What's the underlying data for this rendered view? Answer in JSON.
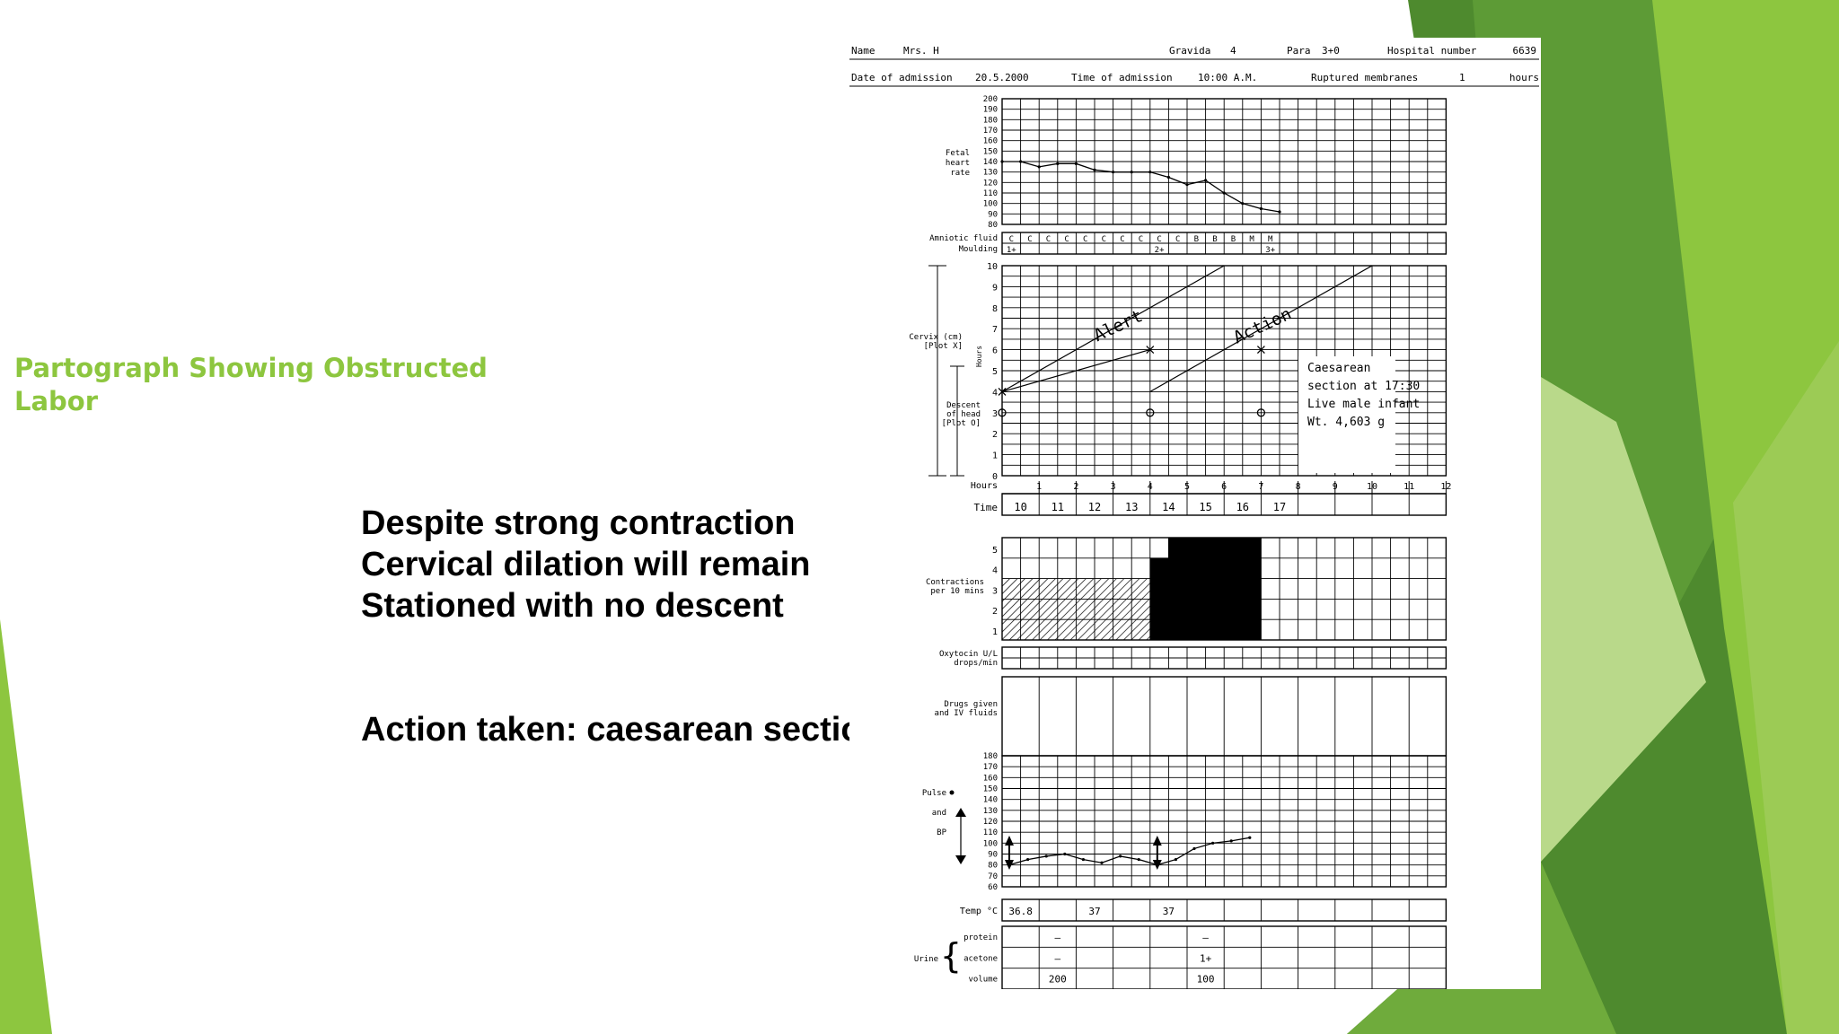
{
  "slide": {
    "title_line1": "Partograph Showing Obstructed",
    "title_line2": "Labor",
    "points": [
      "Despite strong contraction",
      "Cervical dilation will remain",
      "Stationed with no descent"
    ],
    "action": "Action taken: caesarean section",
    "colors": {
      "title": "#8dc63f",
      "light_green": "#8dc63f",
      "dark_green": "#4e8a2e"
    }
  },
  "partograph": {
    "header": {
      "name_label": "Name",
      "name_value": "Mrs. H",
      "gravida_label": "Gravida",
      "gravida_value": "4",
      "para_label": "Para",
      "para_value": "3+0",
      "hospital_label": "Hospital number",
      "hospital_value": "6639",
      "admission_date_label": "Date of admission",
      "admission_date_value": "20.5.2000",
      "admission_time_label": "Time of admission",
      "admission_time_value": "10:00 A.M.",
      "membranes_label": "Ruptured membranes",
      "membranes_value": "1",
      "membranes_unit": "hours"
    },
    "fhr": {
      "label_lines": [
        "Fetal",
        "heart",
        "rate"
      ],
      "ticks": [
        "200",
        "190",
        "180",
        "170",
        "160",
        "150",
        "140",
        "130",
        "120",
        "110",
        "100",
        "90",
        "80"
      ],
      "values": [
        140,
        140,
        135,
        138,
        138,
        132,
        130,
        130,
        130,
        125,
        118,
        122,
        110,
        100,
        95,
        92
      ]
    },
    "amniotic": {
      "label": "Amniotic fluid",
      "moulding_label": "Moulding",
      "fluid": [
        "C",
        "C",
        "C",
        "C",
        "C",
        "C",
        "C",
        "C",
        "C",
        "C",
        "B",
        "B",
        "B",
        "M",
        "M"
      ],
      "moulding": [
        {
          "col": 0,
          "text": "1+"
        },
        {
          "col": 8,
          "text": "2+"
        },
        {
          "col": 14,
          "text": "3+"
        }
      ]
    },
    "cervix": {
      "label_cervix": [
        "Cervix (cm)",
        "[Plot X]"
      ],
      "label_descent": [
        "Descent",
        "of head",
        "[Plot O]"
      ],
      "hours_vertical": "Hours",
      "ticks": [
        "10",
        "9",
        "8",
        "7",
        "6",
        "5",
        "4",
        "3",
        "2",
        "1",
        "0"
      ],
      "alert_label": "Alert",
      "action_label": "Action",
      "alert_line": [
        [
          0,
          4
        ],
        [
          6,
          10
        ]
      ],
      "action_line": [
        [
          4,
          4
        ],
        [
          10,
          10
        ]
      ],
      "dilation_points": [
        [
          0,
          4
        ],
        [
          4,
          6
        ],
        [
          7,
          6
        ]
      ],
      "descent_points": [
        [
          0,
          3
        ],
        [
          4,
          3
        ],
        [
          7,
          3
        ]
      ],
      "note": [
        "Caesarean",
        "section at 17:30",
        "Live male infant",
        "Wt. 4,603 g"
      ]
    },
    "hours": {
      "label": "Hours",
      "values": [
        "1",
        "2",
        "3",
        "4",
        "5",
        "6",
        "7",
        "8",
        "9",
        "10",
        "11",
        "12"
      ]
    },
    "time": {
      "label": "Time",
      "values": [
        "10",
        "11",
        "12",
        "13",
        "14",
        "15",
        "16",
        "17"
      ]
    },
    "contractions": {
      "label_lines": [
        "Contractions",
        "per 10 mins"
      ],
      "ticks": [
        "5",
        "4",
        "3",
        "2",
        "1"
      ],
      "hatched": {
        "from_col": 0,
        "to_col": 8,
        "level": 3
      },
      "solid_a": {
        "from_col": 8,
        "to_col": 9,
        "level": 4
      },
      "solid_b": {
        "from_col": 9,
        "to_col": 14,
        "level": 5
      }
    },
    "oxytocin": {
      "label_lines": [
        "Oxytocin U/L",
        "drops/min"
      ]
    },
    "drugs": {
      "label_lines": [
        "Drugs given",
        "and IV fluids"
      ]
    },
    "pulse": {
      "label_pulse": "Pulse",
      "label_and": "and",
      "label_bp": "BP",
      "ticks": [
        "180",
        "170",
        "160",
        "150",
        "140",
        "130",
        "120",
        "110",
        "100",
        "90",
        "80",
        "70",
        "60"
      ],
      "values": [
        80,
        85,
        88,
        90,
        85,
        82,
        88,
        85,
        80,
        85,
        95,
        100,
        102,
        105
      ]
    },
    "temp": {
      "label": "Temp °C",
      "values": [
        {
          "col": 0,
          "text": "36.8"
        },
        {
          "col": 2,
          "text": "37"
        },
        {
          "col": 4,
          "text": "37"
        }
      ]
    },
    "urine": {
      "label": "Urine",
      "rows": [
        "protein",
        "acetone",
        "volume"
      ],
      "values": [
        {
          "row": 0,
          "col": 1,
          "text": "—"
        },
        {
          "row": 0,
          "col": 5,
          "text": "—"
        },
        {
          "row": 1,
          "col": 1,
          "text": "—"
        },
        {
          "row": 1,
          "col": 5,
          "text": "1+"
        },
        {
          "row": 2,
          "col": 1,
          "text": "200"
        },
        {
          "row": 2,
          "col": 5,
          "text": "100"
        }
      ]
    }
  }
}
